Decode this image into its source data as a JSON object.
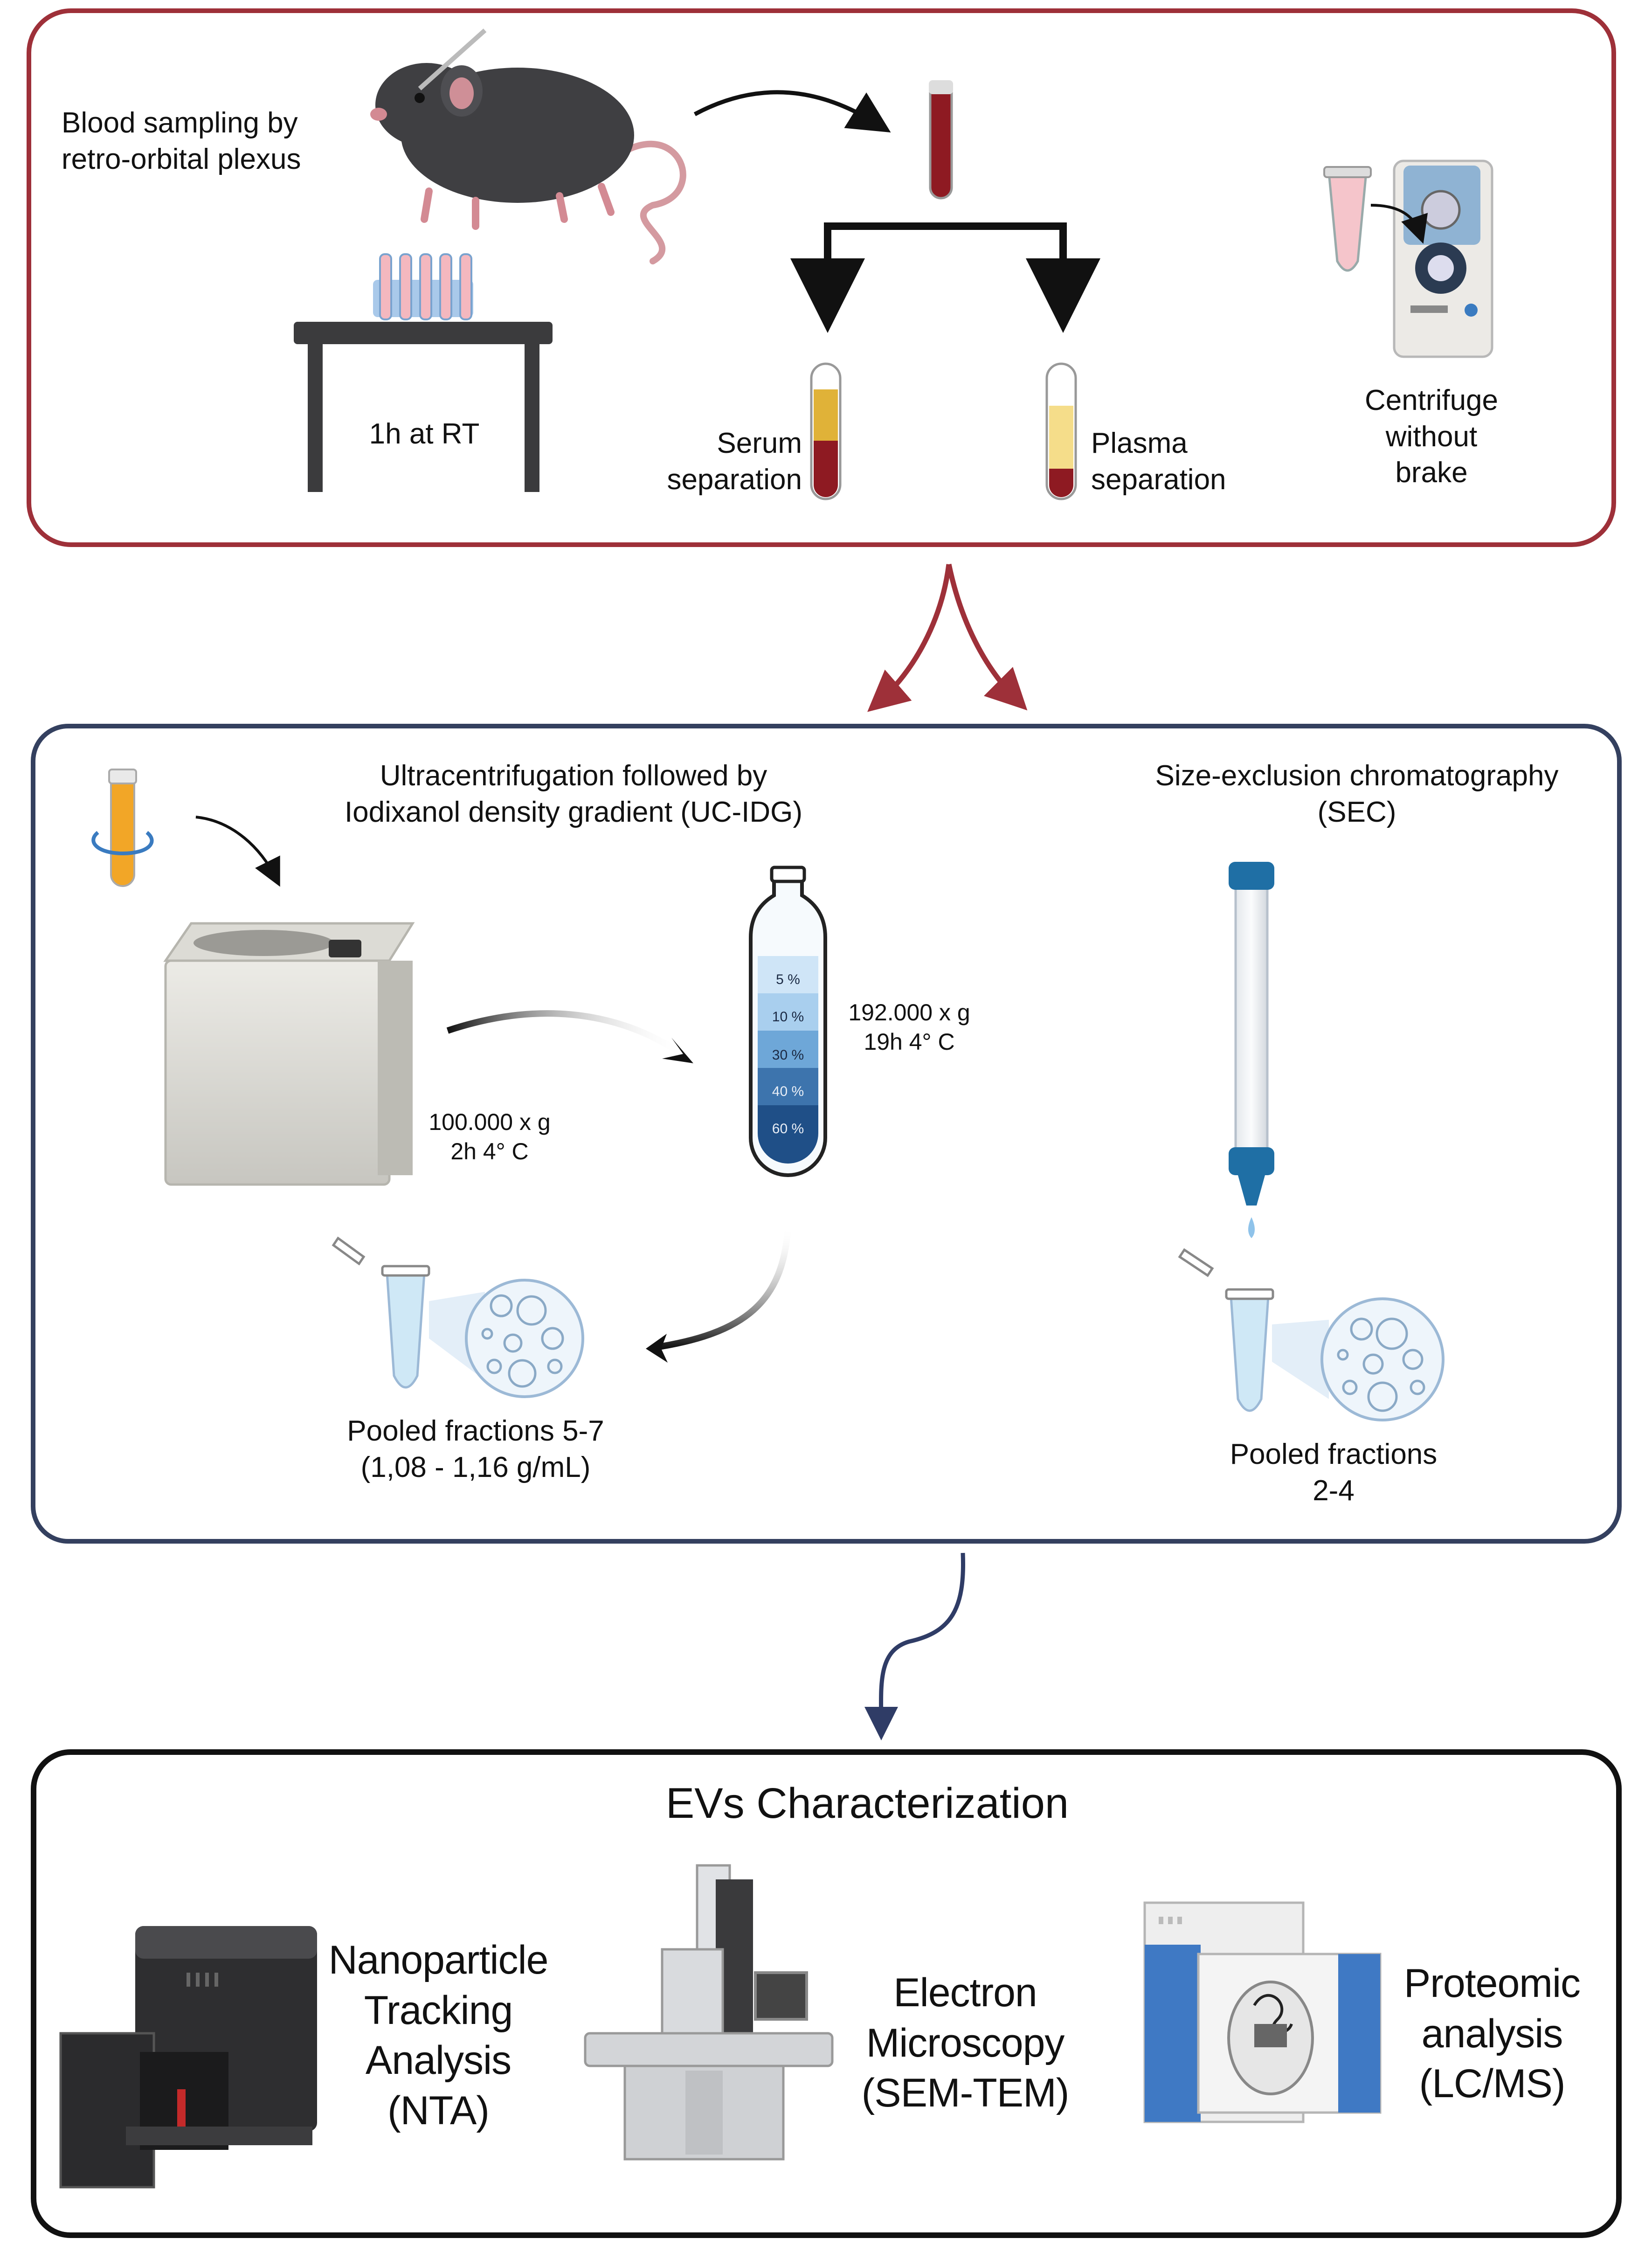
{
  "colors": {
    "top_border": "#9e3039",
    "mid_border": "#34405f",
    "bottom_border": "#111111",
    "arrow_red": "#9e3039",
    "arrow_navy": "#2f3c66",
    "blood": "#8e1a22",
    "serum": "#e0b238",
    "plasma": "#f5dd8a",
    "sec_cap": "#1f6fa5",
    "gradient_1": "#cfe5f7",
    "gradient_2": "#a9cfee",
    "gradient_3": "#6ea7d8",
    "gradient_4": "#3d74ad",
    "gradient_5": "#1f4f87"
  },
  "blood_panel": {
    "sampling": [
      "Blood sampling by",
      "retro-orbital plexus"
    ],
    "clot": "1h at RT",
    "serum": [
      "Serum",
      "separation"
    ],
    "plasma": [
      "Plasma",
      "separation"
    ],
    "centrifuge": [
      "Centrifuge",
      "without",
      "brake"
    ]
  },
  "isolation_panel": {
    "ucidg_title": [
      "Ultracentrifugation followed by",
      "Iodixanol density gradient (UC-IDG)"
    ],
    "sec_title": [
      "Size-exclusion chromatography",
      "(SEC)"
    ],
    "uc_params": [
      "100.000 x g",
      "2h 4° C"
    ],
    "gradient_params": [
      "192.000 x g",
      "19h 4° C"
    ],
    "gradient_layers": [
      "5 %",
      "10 %",
      "30 %",
      "40 %",
      "60 %"
    ],
    "ucidg_result": [
      "Pooled fractions 5-7",
      "(1,08 - 1,16 g/mL)"
    ],
    "sec_result": [
      "Pooled fractions",
      "2-4"
    ]
  },
  "characterization_panel": {
    "title": "EVs Characterization",
    "nta": [
      "Nanoparticle",
      "Tracking",
      "Analysis",
      "(NTA)"
    ],
    "em": [
      "Electron",
      "Microscopy",
      "(SEM-TEM)"
    ],
    "proteomic": [
      "Proteomic",
      "analysis",
      "(LC/MS)"
    ]
  }
}
